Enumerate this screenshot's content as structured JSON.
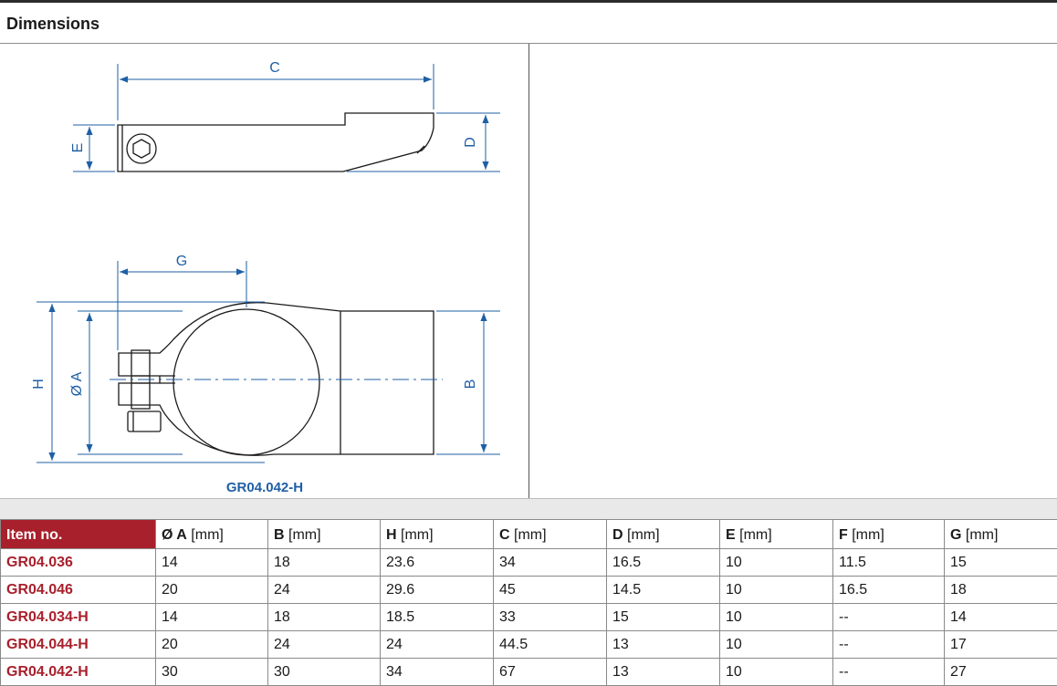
{
  "section": {
    "title": "Dimensions"
  },
  "drawing": {
    "labels": {
      "c": "C",
      "d": "D",
      "e": "E",
      "g": "G",
      "h": "H",
      "a": "Ø A",
      "b": "B"
    },
    "caption": "GR04.042-H",
    "line_color": "#1a1a1a",
    "dimension_color": "#1f5fa5"
  },
  "table": {
    "header": {
      "item": "Item no.",
      "cols": [
        {
          "sym": "Ø A",
          "unit": " [mm]"
        },
        {
          "sym": "B",
          "unit": " [mm]"
        },
        {
          "sym": "H",
          "unit": " [mm]"
        },
        {
          "sym": "C",
          "unit": " [mm]"
        },
        {
          "sym": "D",
          "unit": " [mm]"
        },
        {
          "sym": "E",
          "unit": " [mm]"
        },
        {
          "sym": "F",
          "unit": " [mm]"
        },
        {
          "sym": "G",
          "unit": " [mm]"
        }
      ]
    },
    "rows": [
      {
        "item": "GR04.036",
        "values": [
          "14",
          "18",
          "23.6",
          "34",
          "16.5",
          "10",
          "11.5",
          "15"
        ]
      },
      {
        "item": "GR04.046",
        "values": [
          "20",
          "24",
          "29.6",
          "45",
          "14.5",
          "10",
          "16.5",
          "18"
        ]
      },
      {
        "item": "GR04.034-H",
        "values": [
          "14",
          "18",
          "18.5",
          "33",
          "15",
          "10",
          "--",
          "14"
        ]
      },
      {
        "item": "GR04.044-H",
        "values": [
          "20",
          "24",
          "24",
          "44.5",
          "13",
          "10",
          "--",
          "17"
        ]
      },
      {
        "item": "GR04.042-H",
        "values": [
          "30",
          "30",
          "34",
          "67",
          "13",
          "10",
          "--",
          "27"
        ]
      }
    ],
    "header_color": "#a8202c"
  }
}
